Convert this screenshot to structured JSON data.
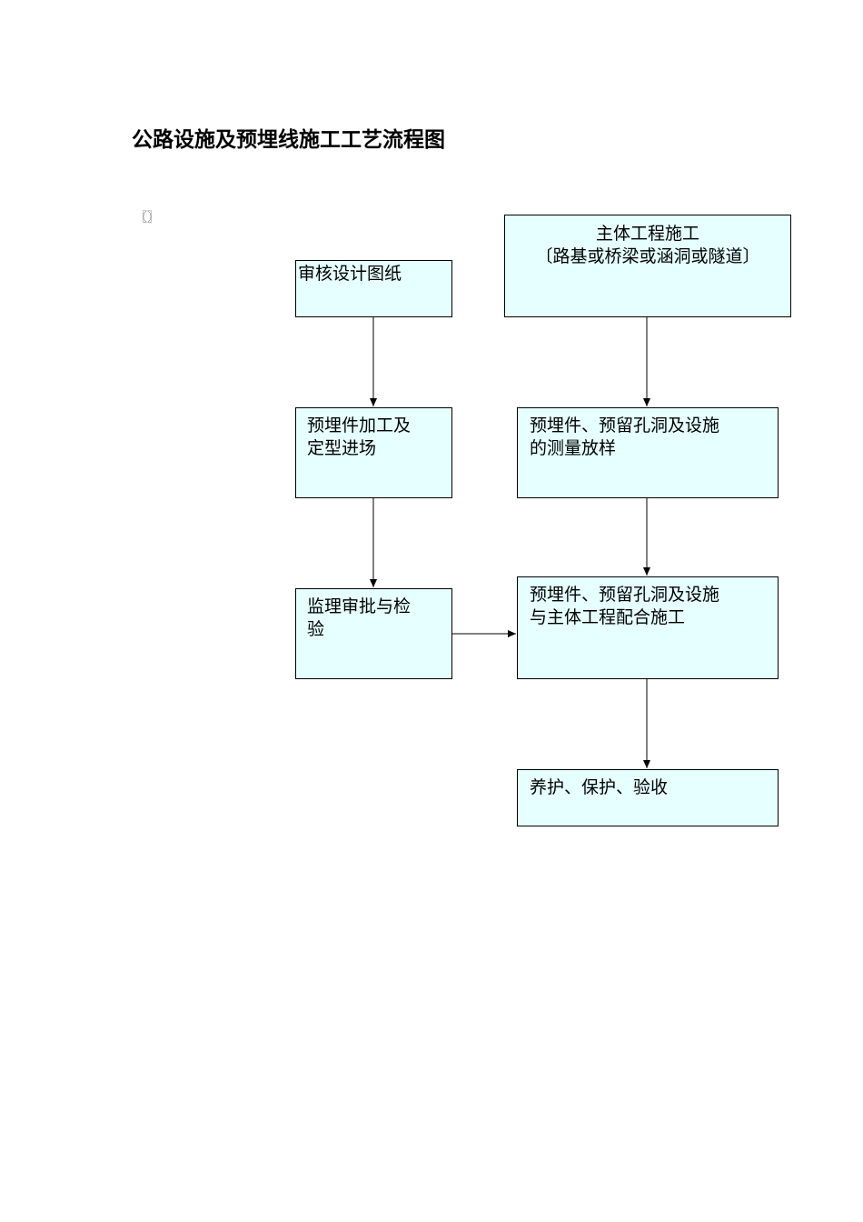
{
  "title": "公路设施及预埋线施工工艺流程图",
  "bracket_mark": "〖〗",
  "nodes": {
    "review": {
      "lines": [
        "审核设计图纸"
      ]
    },
    "main": {
      "lines": [
        "主体工程施工",
        "〔路基或桥梁或涵洞或隧道〕"
      ]
    },
    "fabricate": {
      "lines": [
        "预埋件加工及",
        "定型进场"
      ]
    },
    "survey": {
      "lines": [
        "预埋件、预留孔洞及设施",
        "的测量放样"
      ]
    },
    "approve": {
      "lines": [
        "监理审批与检",
        "验"
      ]
    },
    "coordinate": {
      "lines": [
        "预埋件、预留孔洞及设施",
        "与主体工程配合施工"
      ]
    },
    "finish": {
      "lines": [
        "养护、保护、验收"
      ]
    }
  },
  "colors": {
    "box_fill": "#e6ffff",
    "line": "#000000"
  }
}
